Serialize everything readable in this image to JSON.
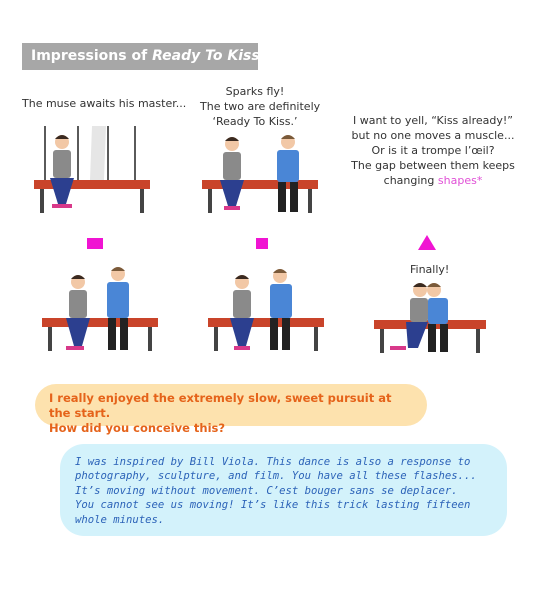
{
  "header": {
    "prefix": "Impressions of ",
    "title_em": "Ready To Kiss",
    "suffix": ":"
  },
  "captions": {
    "panel1": "The muse awaits his master...",
    "panel2_lines": [
      "Sparks fly!",
      "The two are definitely",
      "‘Ready To Kiss.’"
    ],
    "panel3_lines": [
      "I want to yell, “Kiss already!”",
      "but no one moves a muscle...",
      "Or is it a trompe l’œil?",
      "The gap between them keeps"
    ],
    "panel3_last_prefix": "changing ",
    "panel3_last_highlight": "shapes*",
    "panel6": "Finally!"
  },
  "question": {
    "lines": [
      "I really enjoyed the extremely slow, sweet pursuit at the start.",
      "How did you conceive this?"
    ]
  },
  "answer": {
    "lines": [
      "I was inspired by Bill Viola. This dance is also a response to",
      "photography, sculpture, and film. You have all these flashes...",
      "It’s moving without movement. C’est bouger sans se deplacer.",
      "You cannot see us moving! It’s like this trick lasting fifteen",
      "whole minutes."
    ]
  },
  "colors": {
    "header_bg": "#a7a7a7",
    "highlight_pink": "#e04fd6",
    "marker_magenta": "#f014d2",
    "question_bg": "#fde2ae",
    "question_text": "#e5631a",
    "answer_bg": "#d3f2fb",
    "answer_text": "#2c63b8",
    "bench": "#c9442a"
  },
  "markers": [
    "square",
    "square",
    "triangle"
  ]
}
